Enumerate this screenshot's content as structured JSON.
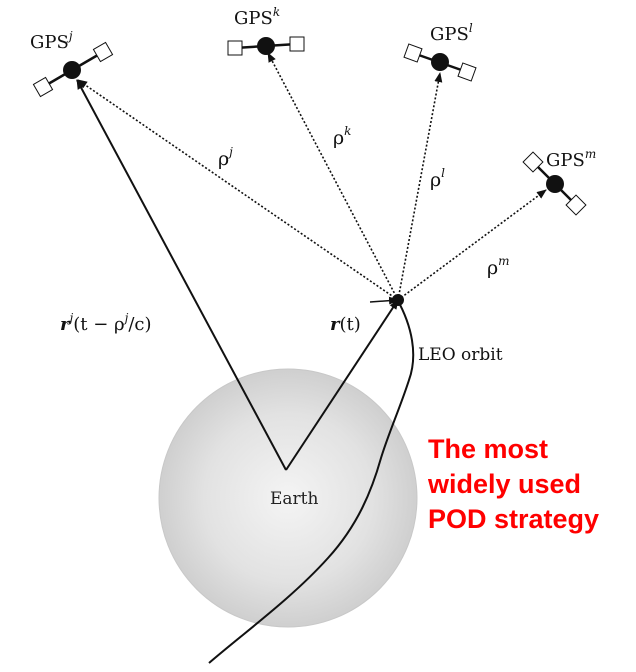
{
  "diagram": {
    "satellites": {
      "j": {
        "base": "GPS",
        "sup": "j"
      },
      "k": {
        "base": "GPS",
        "sup": "k"
      },
      "l": {
        "base": "GPS",
        "sup": "l"
      },
      "m": {
        "base": "GPS",
        "sup": "m"
      }
    },
    "ranges": {
      "j": {
        "base": "ρ",
        "sup": "j"
      },
      "k": {
        "base": "ρ",
        "sup": "k"
      },
      "l": {
        "base": "ρ",
        "sup": "l"
      },
      "m": {
        "base": "ρ",
        "sup": "m"
      }
    },
    "vectors": {
      "gps_position": {
        "bold": "r",
        "sup": "j",
        "rest": "(t − ρ",
        "sup2": "j",
        "tail": "/c)"
      },
      "leo_position": {
        "bold": "r",
        "rest": "(t)"
      }
    },
    "leo_orbit_label": "LEO orbit",
    "earth_label": "Earth"
  },
  "callout": {
    "lines": [
      "The most",
      "widely used",
      "POD strategy"
    ],
    "color": "#ff0000"
  },
  "colors": {
    "earth_fill": "#d9d9d9",
    "lines": "#111111"
  }
}
